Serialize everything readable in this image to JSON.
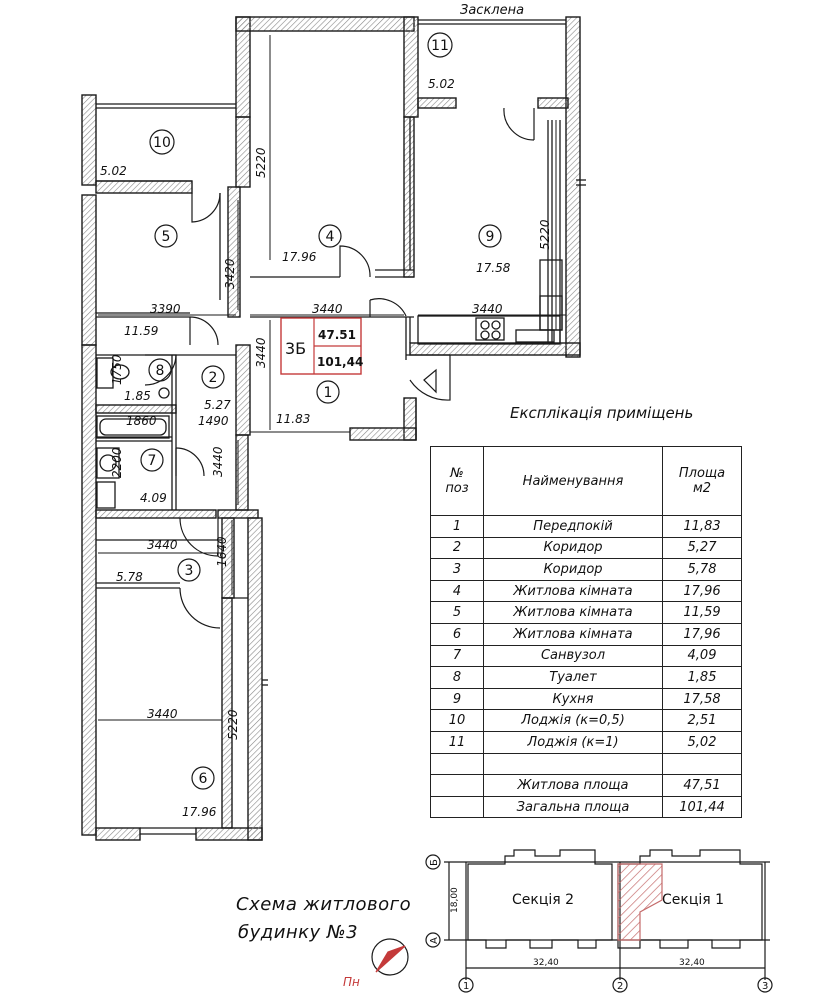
{
  "plan": {
    "glazed_label": "Засклена",
    "apartment_code": "3Б",
    "living_area_box": "47.51",
    "total_area_box": "101,44",
    "rooms": [
      {
        "num": "1",
        "area": "11.83"
      },
      {
        "num": "2",
        "area": "5.27"
      },
      {
        "num": "3",
        "area": "5.78"
      },
      {
        "num": "4",
        "area": "17.96"
      },
      {
        "num": "5",
        "area": "11.59"
      },
      {
        "num": "6",
        "area": "17.96"
      },
      {
        "num": "7",
        "area": "4.09"
      },
      {
        "num": "8",
        "area": "1.85"
      },
      {
        "num": "9",
        "area": "17.58"
      },
      {
        "num": "10",
        "area": "5.02"
      },
      {
        "num": "11",
        "area": "5.02"
      }
    ],
    "dimensions": {
      "d5220_a": "5220",
      "d5220_b": "5220",
      "d5220_c": "5220",
      "d3420": "3420",
      "d3390": "3390",
      "d3440_a": "3440",
      "d3440_b": "3440",
      "d3440_c": "3440",
      "d3440_d": "3440",
      "d3440_e": "3440",
      "d3440_f": "3440",
      "d1750": "1750",
      "d1860": "1860",
      "d1490": "1490",
      "d2200": "2200",
      "d1640": "1640"
    }
  },
  "legend": {
    "title": "Експлікація приміщень",
    "headers": {
      "num": "№\nпоз",
      "name": "Найменування",
      "area": "Площа\nм2"
    },
    "rows": [
      {
        "num": "1",
        "name": "Передпокій",
        "area": "11,83"
      },
      {
        "num": "2",
        "name": "Коридор",
        "area": "5,27"
      },
      {
        "num": "3",
        "name": "Коридор",
        "area": "5,78"
      },
      {
        "num": "4",
        "name": "Житлова кімната",
        "area": "17,96"
      },
      {
        "num": "5",
        "name": "Житлова кімната",
        "area": "11,59"
      },
      {
        "num": "6",
        "name": "Житлова кімната",
        "area": "17,96"
      },
      {
        "num": "7",
        "name": "Санвузол",
        "area": "4,09"
      },
      {
        "num": "8",
        "name": "Туалет",
        "area": "1,85"
      },
      {
        "num": "9",
        "name": "Кухня",
        "area": "17,58"
      },
      {
        "num": "10",
        "name": "Лоджія (к=0,5)",
        "area": "2,51"
      },
      {
        "num": "11",
        "name": "Лоджія (к=1)",
        "area": "5,02"
      },
      {
        "num": "",
        "name": "",
        "area": ""
      },
      {
        "num": "",
        "name": "Житлова площа",
        "area": "47,51"
      },
      {
        "num": "",
        "name": "Загальна площа",
        "area": "101,44"
      }
    ]
  },
  "scheme": {
    "title_line1": "Схема житлового",
    "title_line2": "будинку №3",
    "north_label": "Пн",
    "section2": "Секція 2",
    "section1": "Секція 1",
    "axis_b": "Б",
    "axis_a": "А",
    "axis_1": "1",
    "axis_2": "2",
    "axis_3": "3",
    "dim_height": "18,00",
    "dim_width_a": "32,40",
    "dim_width_b": "32,40"
  },
  "colors": {
    "line": "#1a1a1a",
    "wall_hatch": "#9a9a9a",
    "accent_red": "#c43a3a",
    "section_hatch": "#d07070"
  }
}
